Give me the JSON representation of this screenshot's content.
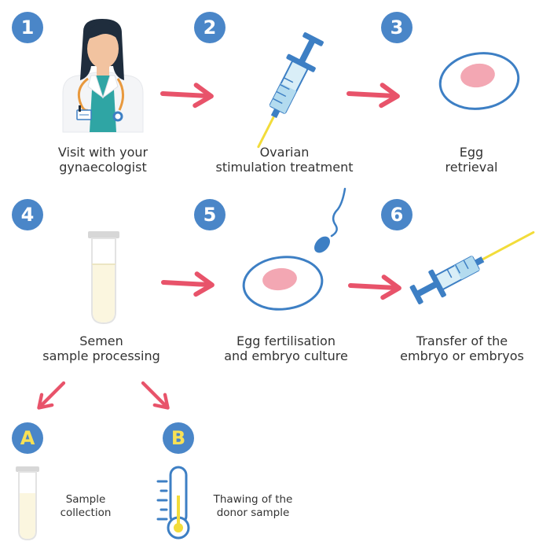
{
  "steps": [
    {
      "number": "1",
      "label_line1": "Visit with your",
      "label_line2": "gynaecologist"
    },
    {
      "number": "2",
      "label_line1": "Ovarian",
      "label_line2": "stimulation treatment"
    },
    {
      "number": "3",
      "label_line1": "Egg",
      "label_line2": "retrieval"
    },
    {
      "number": "4",
      "label_line1": "Semen",
      "label_line2": "sample processing"
    },
    {
      "number": "5",
      "label_line1": "Egg fertilisation",
      "label_line2": "and embryo culture"
    },
    {
      "number": "6",
      "label_line1": "Transfer of the",
      "label_line2": "embryo or embryos"
    }
  ],
  "options": [
    {
      "letter": "A",
      "label_line1": "Sample",
      "label_line2": "collection"
    },
    {
      "letter": "B",
      "label_line1": "Thawing of the",
      "label_line2": "donor sample"
    }
  ],
  "colors": {
    "badge": "#4a86c8",
    "badge_letter": "#f8e155",
    "arrow": "#e8536a",
    "egg_outline": "#3d7fc4",
    "egg_nucleus": "#f3a7b3",
    "syringe_blue": "#3d7fc4",
    "needle_yellow": "#f2dc3a"
  },
  "icons": [
    "doctor-icon",
    "syringe-icon",
    "egg-icon",
    "test-tube-icon",
    "sperm-icon",
    "thermometer-icon",
    "arrow-icon"
  ]
}
